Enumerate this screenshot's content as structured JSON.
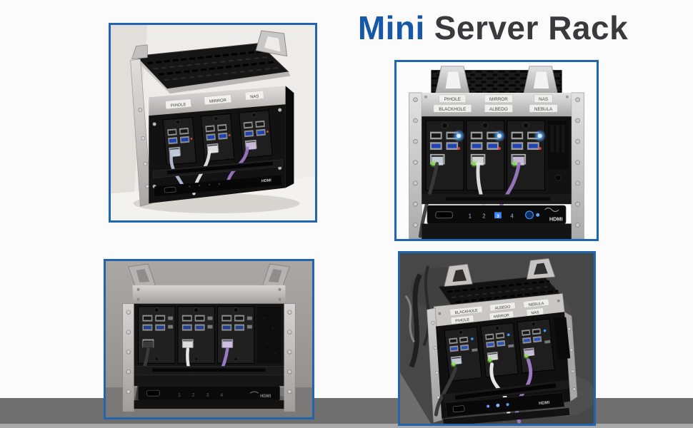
{
  "title": {
    "highlight": "Mini",
    "rest": "Server Rack"
  },
  "colors": {
    "title_highlight": "#1658a7",
    "title_text": "#3a3a3c",
    "photo_border": "#2264ae",
    "cable_white": "#e6e6e6",
    "cable_purple": "#9b79c2",
    "cable_black": "#3a3a3a",
    "cable_clear": "#b7c0d6",
    "led_blue": "#58a8ff",
    "led_green": "#84dd4e"
  },
  "photos": {
    "top_left": {
      "labels": [
        "PIHOLE",
        "MIRROR",
        "NAS"
      ],
      "hdmi_logo": "HDMI"
    },
    "top_right": {
      "labels_top": [
        "PIHOLE",
        "MIRROR",
        "NAS"
      ],
      "labels_bottom": [
        "BLACKHOLE",
        "ALBEDO",
        "NEBULA"
      ],
      "switch_ports": [
        "1",
        "2",
        "3",
        "4"
      ],
      "hdmi_logo": "HDMI"
    },
    "bottom_left": {
      "switch_ports": [
        "1",
        "2",
        "3",
        "4"
      ],
      "hdmi_logo": "HDMI"
    },
    "bottom_right": {
      "labels_top": [
        "BLACKHOLE",
        "ALBEDO",
        "NEBULA"
      ],
      "labels_bottom": [
        "PIHOLE",
        "MIRROR",
        "NAS"
      ],
      "hdmi_logo": "HDMI"
    }
  }
}
